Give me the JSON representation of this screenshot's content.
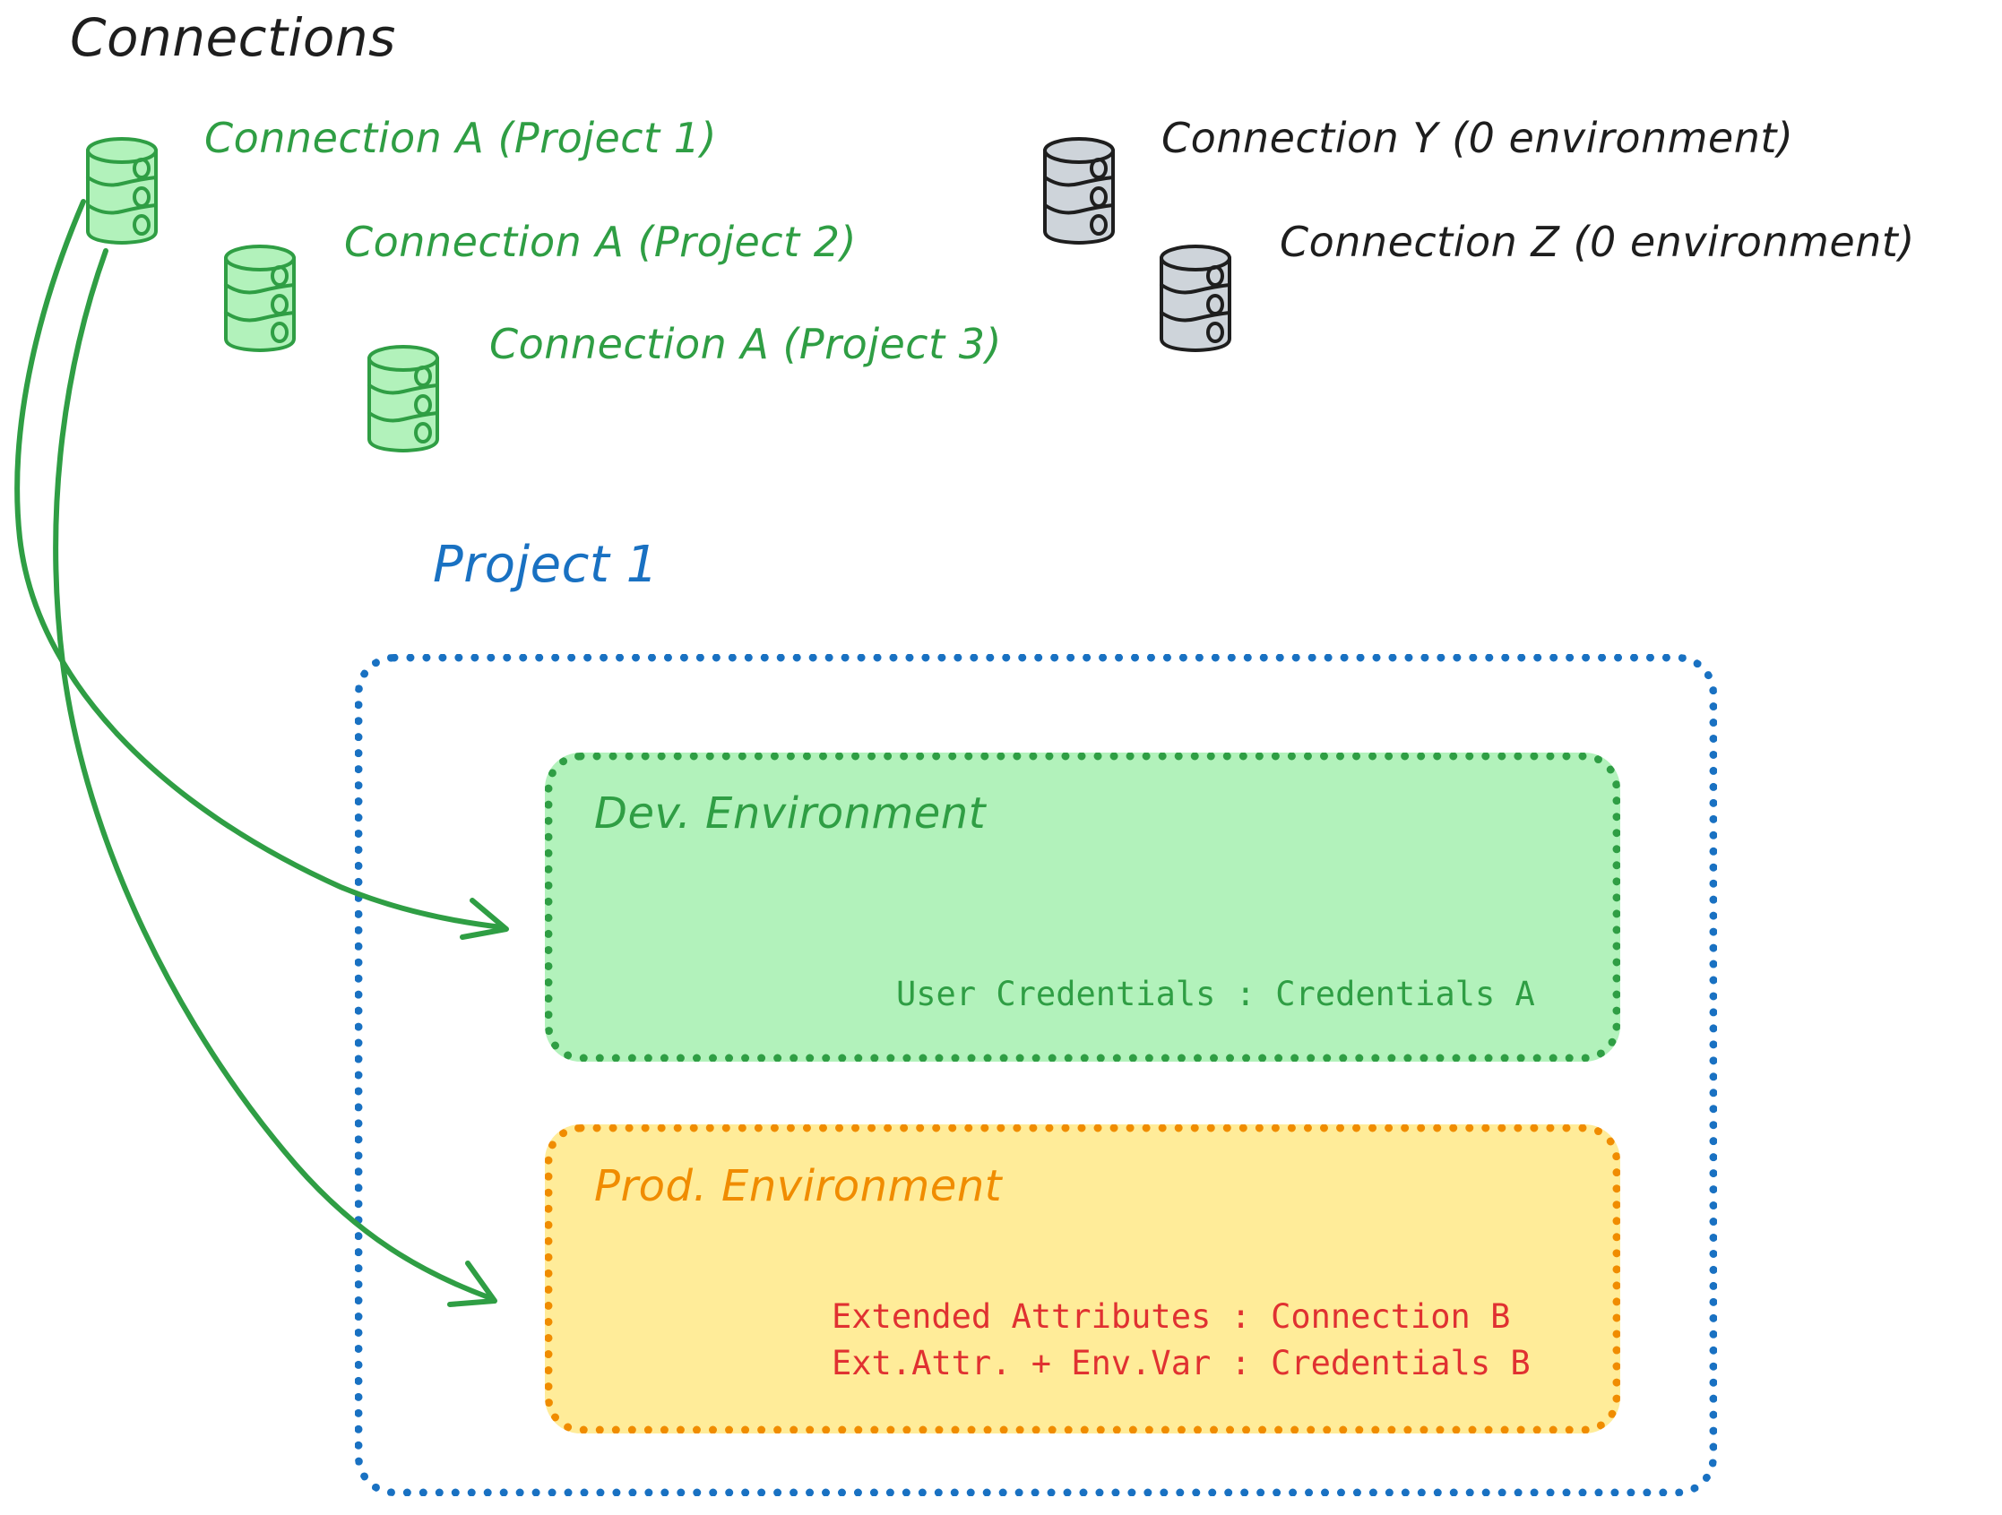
{
  "diagram": {
    "title": "Connections",
    "project_label": "Project 1"
  },
  "connections": {
    "green": [
      {
        "label": "Connection A (Project 1)",
        "icon": "database-icon",
        "color": "#2f9e44"
      },
      {
        "label": "Connection A (Project 2)",
        "icon": "database-icon",
        "color": "#2f9e44"
      },
      {
        "label": "Connection A (Project 3)",
        "icon": "database-icon",
        "color": "#2f9e44"
      }
    ],
    "gray": [
      {
        "label": "Connection Y (0 environment)",
        "icon": "database-icon",
        "color": "#1e1e1e"
      },
      {
        "label": "Connection Z (0 environment)",
        "icon": "database-icon",
        "color": "#1e1e1e"
      }
    ]
  },
  "environments": [
    {
      "name": "Dev. Environment",
      "accent": "#2f9e44",
      "fill": "#b2f2bb",
      "lines": [
        "User Credentials : Credentials A"
      ]
    },
    {
      "name": "Prod. Environment",
      "accent": "#f08c00",
      "fill": "#ffec99",
      "lines": [
        "Extended Attributes : Connection B",
        "Ext.Attr. + Env.Var : Credentials B"
      ]
    }
  ],
  "arrows": [
    {
      "name": "arrow-connection-a-to-dev",
      "color": "#2f9e44"
    },
    {
      "name": "arrow-connection-a-to-prod",
      "color": "#2f9e44"
    }
  ],
  "colors": {
    "green_stroke": "#2f9e44",
    "green_fill": "#b2f2bb",
    "gray_stroke": "#1e1e1e",
    "gray_fill": "#ced4da",
    "blue": "#1971c2",
    "orange": "#f08c00",
    "yellow_fill": "#ffec99",
    "red": "#e03131",
    "ink": "#1e1e1e"
  }
}
